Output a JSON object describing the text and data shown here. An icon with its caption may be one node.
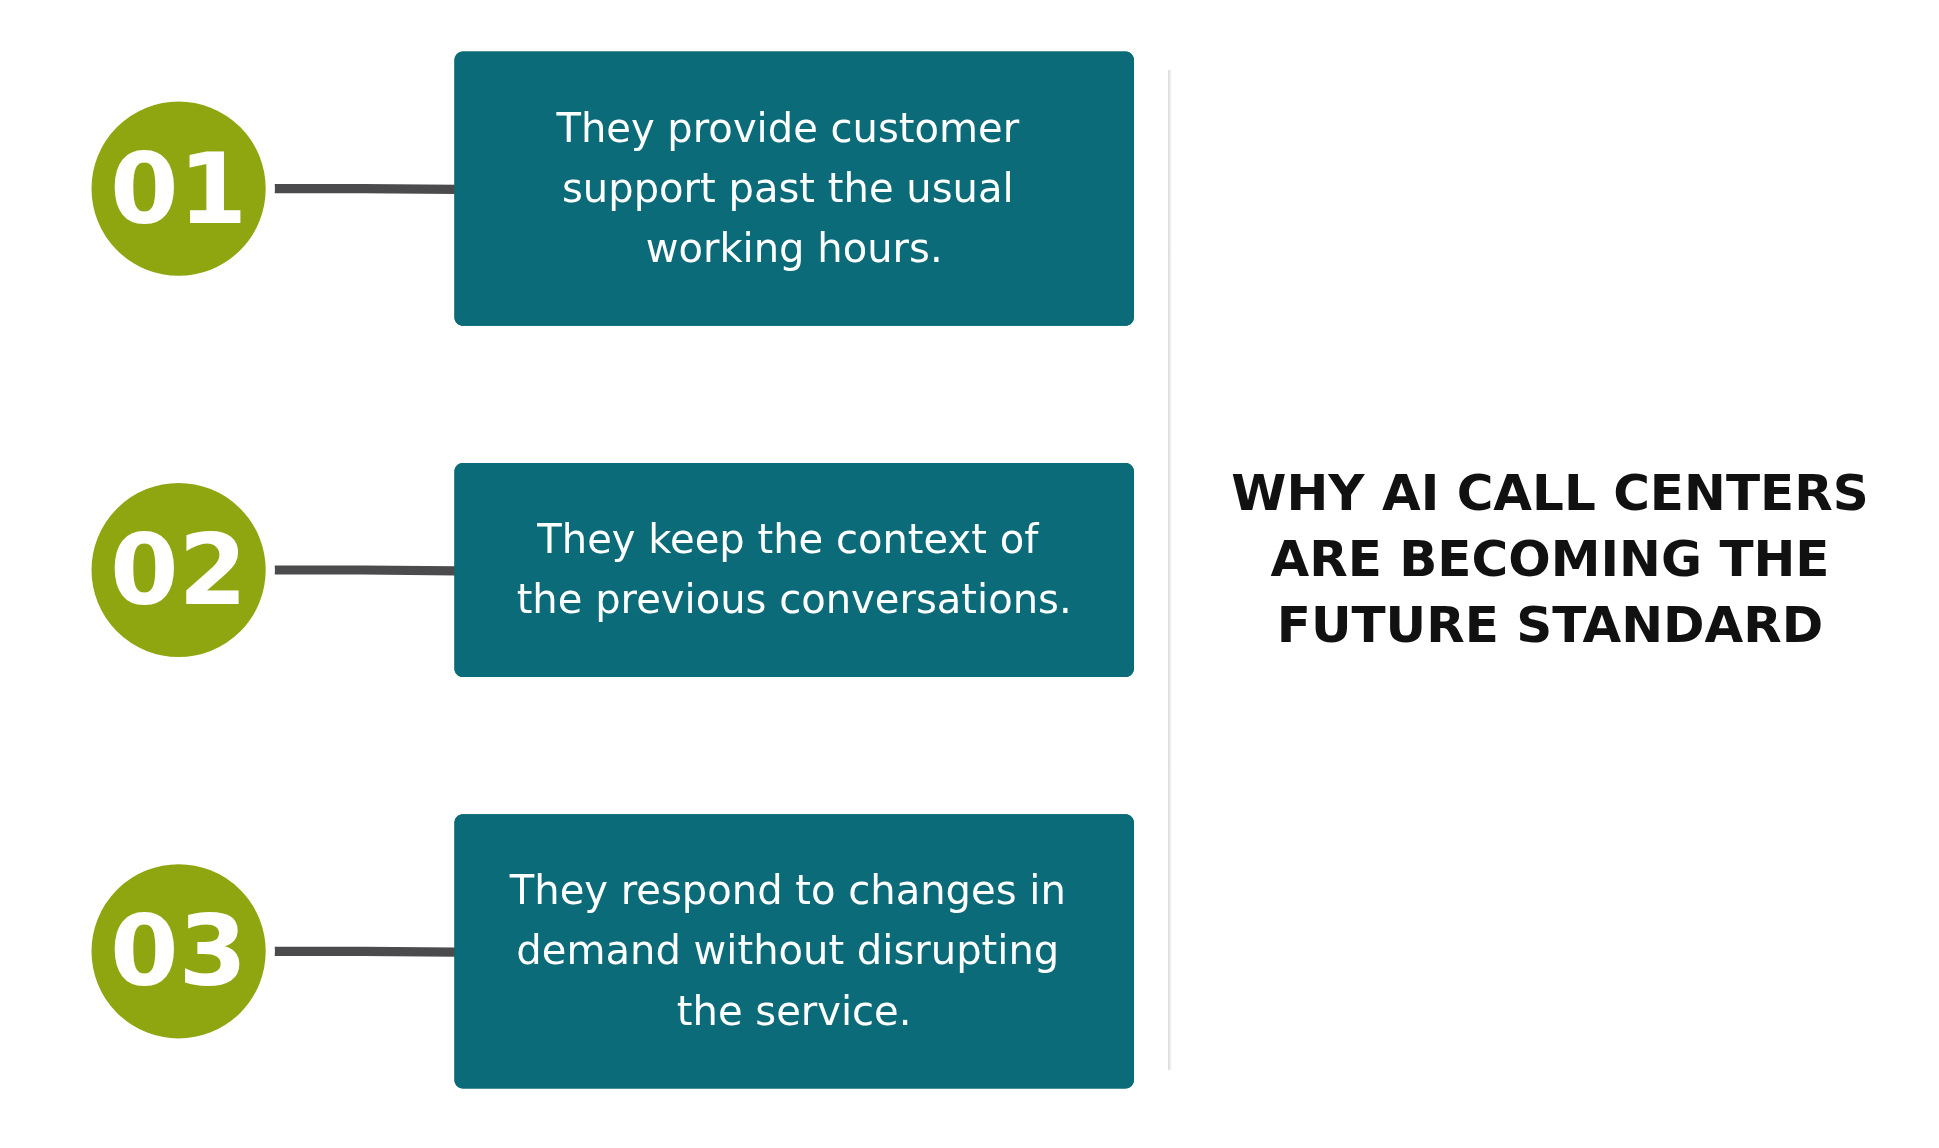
{
  "diagram": {
    "title": "WHY AI CALL CENTERS ARE BECOMING THE FUTURE STANDARD",
    "nodes": [
      {
        "text": [
          "01"
        ]
      },
      {
        "text": [
          "They provide customer support past the usual working hours."
        ]
      },
      {
        "text": [
          "02"
        ]
      },
      {
        "text": [
          "They keep the context of the previous conversations."
        ]
      },
      {
        "text": [
          "03"
        ]
      },
      {
        "text": [
          "They respond to changes in demand without disrupting the service."
        ]
      }
    ],
    "edges": [
      {
        "from": 0,
        "to": 1,
        "arrow": "none"
      },
      {
        "from": 2,
        "to": 3,
        "arrow": "none"
      },
      {
        "from": 4,
        "to": 5,
        "arrow": "none"
      }
    ]
  }
}
